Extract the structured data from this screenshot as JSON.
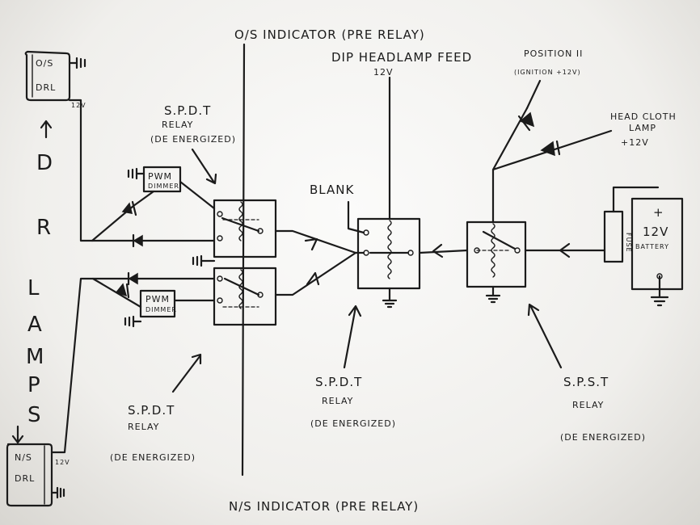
{
  "labels": {
    "os_indicator": "O/S INDICATOR (PRE RELAY)",
    "ns_indicator": "N/S INDICATOR (PRE RELAY)",
    "dip_feed_line1": "DIP HEADLAMP FEED",
    "dip_feed_line2": "12V",
    "position_line1": "POSITION II",
    "position_line2": "(IGNITION +12V)",
    "headcloth_line1": "HEAD CLOTH",
    "headcloth_line2": "LAMP",
    "headcloth_line3": "+12V",
    "blank": "BLANK",
    "os_drl_line1": "O/S",
    "os_drl_line2": "DRL",
    "os_drl_12v": "12V",
    "ns_drl_line1": "N/S",
    "ns_drl_line2": "DRL",
    "ns_drl_12v": "12V",
    "pwm_top_line1": "PWM",
    "pwm_top_line2": "DIMMER",
    "pwm_bottom_line1": "PWM",
    "pwm_bottom_line2": "DIMMER",
    "relay_top_line1": "S.P.D.T",
    "relay_top_line2": "RELAY",
    "relay_top_line3": "(DE ENERGIZED)",
    "relay_bottom_line1": "S.P.D.T",
    "relay_bottom_line2": "RELAY",
    "relay_bottom_line3": "(DE ENERGIZED)",
    "relay_mid_line1": "S.P.D.T",
    "relay_mid_line2": "RELAY",
    "relay_mid_line3": "(DE ENERGIZED)",
    "spst_line1": "S.P.S.T",
    "spst_line2": "RELAY",
    "spst_line3": "(DE ENERGIZED)",
    "fuse": "FUSE",
    "battery_plus": "+",
    "battery_line1": "12V",
    "battery_line2": "BATTERY",
    "drl_lamps_vertical": [
      "D",
      "R",
      "L",
      "A",
      "M",
      "P",
      "S"
    ]
  },
  "style": {
    "ink": "#1b1b1b",
    "paper": "#f4f3f0"
  }
}
